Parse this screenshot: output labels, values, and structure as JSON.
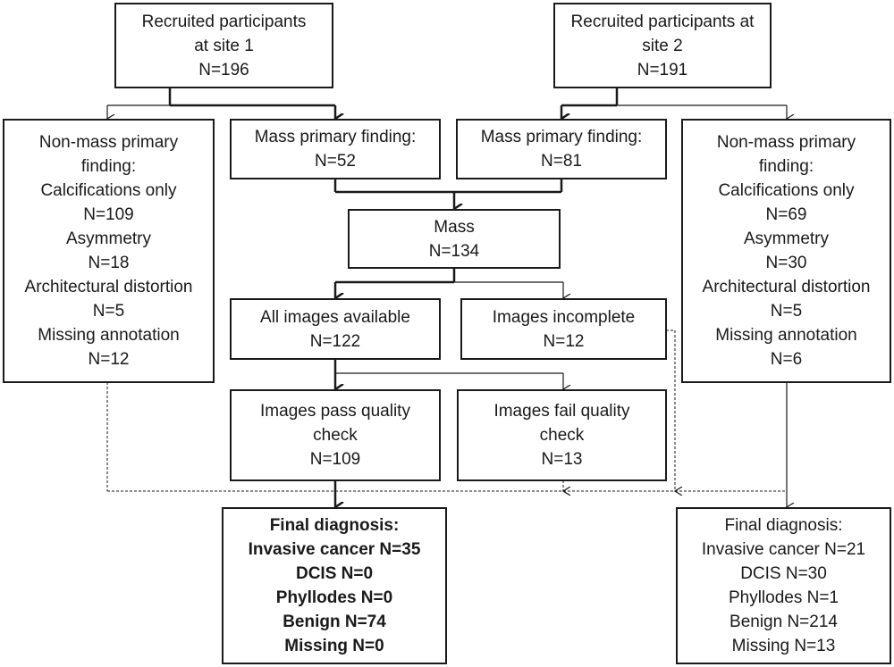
{
  "nodes": {
    "site1": {
      "lines": [
        "Recruited participants",
        "at site 1",
        "N=196"
      ]
    },
    "site2": {
      "lines": [
        "Recruited participants at",
        "site 2",
        "N=191"
      ]
    },
    "nonmass1": {
      "lines": [
        "Non-mass primary",
        "finding:",
        "Calcifications only",
        "N=109",
        "Asymmetry",
        "N=18",
        "Architectural distortion",
        "N=5",
        "Missing annotation",
        "N=12"
      ]
    },
    "mass1": {
      "lines": [
        "Mass primary finding:",
        "N=52"
      ]
    },
    "mass2": {
      "lines": [
        "Mass primary finding:",
        "N=81"
      ]
    },
    "nonmass2": {
      "lines": [
        "Non-mass primary",
        "finding:",
        "Calcifications only",
        "N=69",
        "Asymmetry",
        "N=30",
        "Architectural distortion",
        "N=5",
        "Missing annotation",
        "N=6"
      ]
    },
    "mass": {
      "lines": [
        "Mass",
        "N=134"
      ]
    },
    "all_images": {
      "lines": [
        "All images available",
        "N=122"
      ]
    },
    "incomplete": {
      "lines": [
        "Images incomplete",
        "N=12"
      ]
    },
    "pass_qc": {
      "lines": [
        "Images pass quality",
        "check",
        "N=109"
      ]
    },
    "fail_qc": {
      "lines": [
        "Images fail quality",
        "check",
        "N=13"
      ]
    },
    "final_left": {
      "lines": [
        "Final diagnosis:",
        "Invasive cancer N=35",
        "DCIS N=0",
        "Phyllodes N=0",
        "Benign N=74",
        "Missing N=0"
      ]
    },
    "final_right": {
      "lines": [
        "Final diagnosis:",
        "Invasive cancer N=21",
        "DCIS N=30",
        "Phyllodes N=1",
        "Benign N=214",
        "Missing N=13"
      ]
    }
  }
}
